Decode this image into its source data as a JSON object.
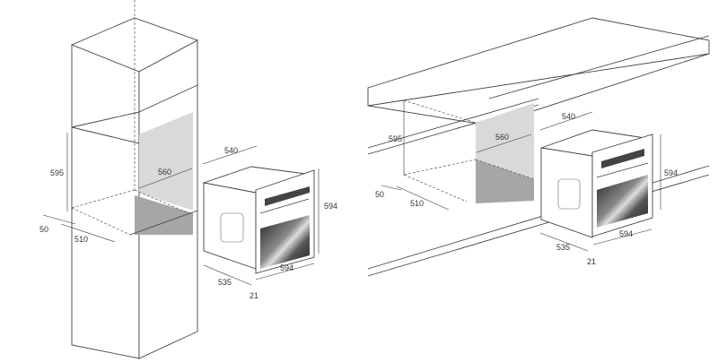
{
  "left_diagram": {
    "niche_height": "595",
    "niche_width": "560",
    "gap": "50",
    "niche_depth": "510",
    "oven_depth_top": "540",
    "oven_height": "594",
    "oven_depth": "535",
    "oven_width": "594",
    "front_thickness": "21"
  },
  "right_diagram": {
    "niche_height": "595",
    "niche_width": "560",
    "gap": "50",
    "niche_depth": "510",
    "oven_depth_top": "540",
    "oven_height": "594",
    "oven_depth": "535",
    "oven_width": "594",
    "front_thickness": "21"
  },
  "colors": {
    "line": "#444444",
    "niche_back": "#d9d9d9",
    "niche_floor": "#a6a6a6"
  }
}
